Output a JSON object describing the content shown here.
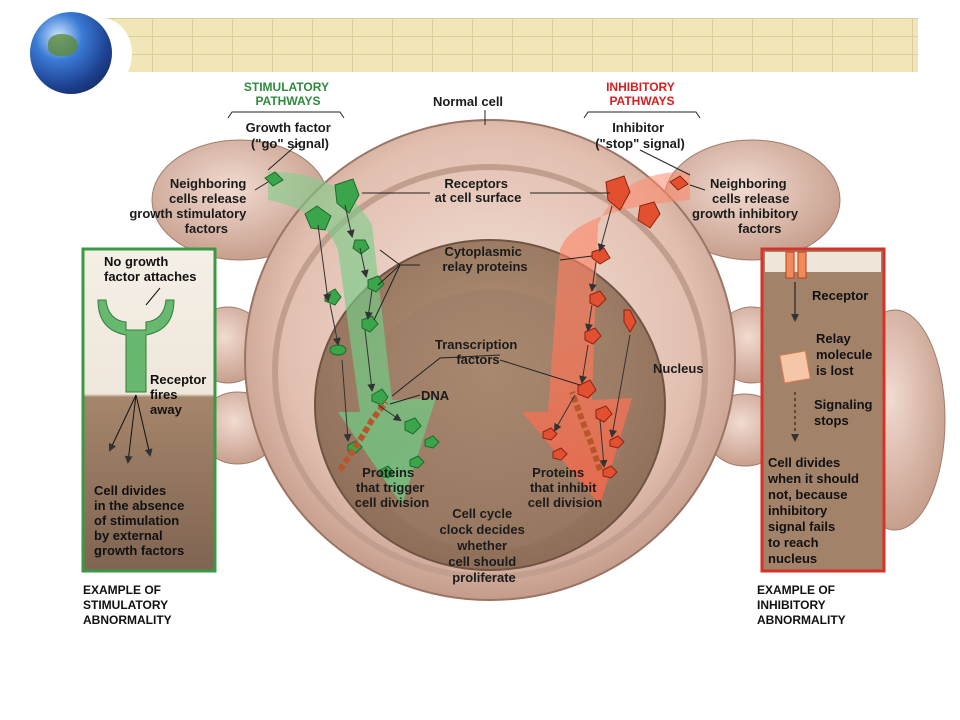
{
  "labels": {
    "stim_pathways": [
      "STIMULATORY",
      "PATHWAYS"
    ],
    "inhib_pathways": [
      "INHIBITORY",
      "PATHWAYS"
    ],
    "normal_cell": "Normal cell",
    "growth_factor": [
      "Growth factor",
      "(\"go\" signal)"
    ],
    "inhibitor": [
      "Inhibitor",
      "(\"stop\" signal)"
    ],
    "neighbor_stim": [
      "Neighboring",
      "cells release",
      "growth stimulatory",
      "factors"
    ],
    "neighbor_inhib": [
      "Neighboring",
      "cells release",
      "growth inhibitory",
      "factors"
    ],
    "receptors": [
      "Receptors",
      "at cell surface"
    ],
    "cytoplasmic": [
      "Cytoplasmic",
      "relay proteins"
    ],
    "transcription": [
      "Transcription",
      "factors"
    ],
    "nucleus": "Nucleus",
    "dna": "DNA",
    "proteins_trigger": [
      "Proteins",
      "that trigger",
      "cell division"
    ],
    "proteins_inhibit": [
      "Proteins",
      "that inhibit",
      "cell division"
    ],
    "cell_cycle": [
      "Cell cycle",
      "clock decides",
      "whether",
      "cell should",
      "proliferate"
    ]
  },
  "left_box": {
    "top": [
      "No growth",
      "factor attaches"
    ],
    "receptor": [
      "Receptor",
      "fires",
      "away"
    ],
    "bottom": [
      "Cell divides",
      "in the absence",
      "of stimulation",
      "by external",
      "growth factors"
    ],
    "caption": [
      "EXAMPLE OF",
      "STIMULATORY",
      "ABNORMALITY"
    ]
  },
  "right_box": {
    "receptor": "Receptor",
    "relay": [
      "Relay",
      "molecule",
      "is lost"
    ],
    "signaling": [
      "Signaling",
      "stops"
    ],
    "bottom": [
      "Cell divides",
      "when it should",
      "not, because",
      "inhibitory",
      "signal fails",
      "to reach",
      "nucleus"
    ],
    "caption": [
      "EXAMPLE OF",
      "INHIBITORY",
      "ABNORMALITY"
    ]
  },
  "colors": {
    "green_box": "#3a9a44",
    "red_box": "#d7322a",
    "cell": "#d9b4a4"
  }
}
